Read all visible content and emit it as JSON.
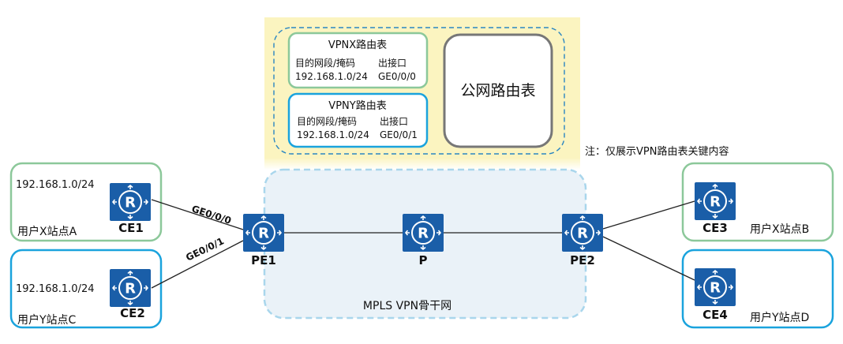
{
  "backbone": {
    "label": "MPLS VPN骨干网"
  },
  "note": "注：仅展示VPN路由表关键内容",
  "tables": {
    "vpnx": {
      "title": "VPNX路由表",
      "header_dest": "目的网段/掩码",
      "header_if": "出接口",
      "dest": "192.168.1.0/24",
      "iface": "GE0/0/0",
      "border_color": "#8cc89a"
    },
    "vpny": {
      "title": "VPNY路由表",
      "header_dest": "目的网段/掩码",
      "header_if": "出接口",
      "dest": "192.168.1.0/24",
      "iface": "GE0/0/1",
      "border_color": "#1aa3dd"
    },
    "public": {
      "title": "公网路由表",
      "border_color": "#777777"
    }
  },
  "sites": {
    "a": {
      "name": "用户X站点A",
      "subnet": "192.168.1.0/24",
      "border_color": "#8cc89a"
    },
    "c": {
      "name": "用户Y站点C",
      "subnet": "192.168.1.0/24",
      "border_color": "#1aa3dd"
    },
    "b": {
      "name": "用户X站点B",
      "border_color": "#8cc89a"
    },
    "d": {
      "name": "用户Y站点D",
      "border_color": "#1aa3dd"
    }
  },
  "routers": {
    "ce1": "CE1",
    "ce2": "CE2",
    "ce3": "CE3",
    "ce4": "CE4",
    "pe1": "PE1",
    "p": "P",
    "pe2": "PE2"
  },
  "links": {
    "ce1_pe1": "GE0/0/0",
    "ce2_pe1": "GE0/0/1"
  },
  "colors": {
    "router": "#1a5ea8",
    "highlight": "#fbf4c0",
    "backbone_fill": "#eaf2f8",
    "backbone_border": "#a9d6ec",
    "dashed_inner": "#2a86c2"
  },
  "icons": {
    "router": "router-icon"
  }
}
